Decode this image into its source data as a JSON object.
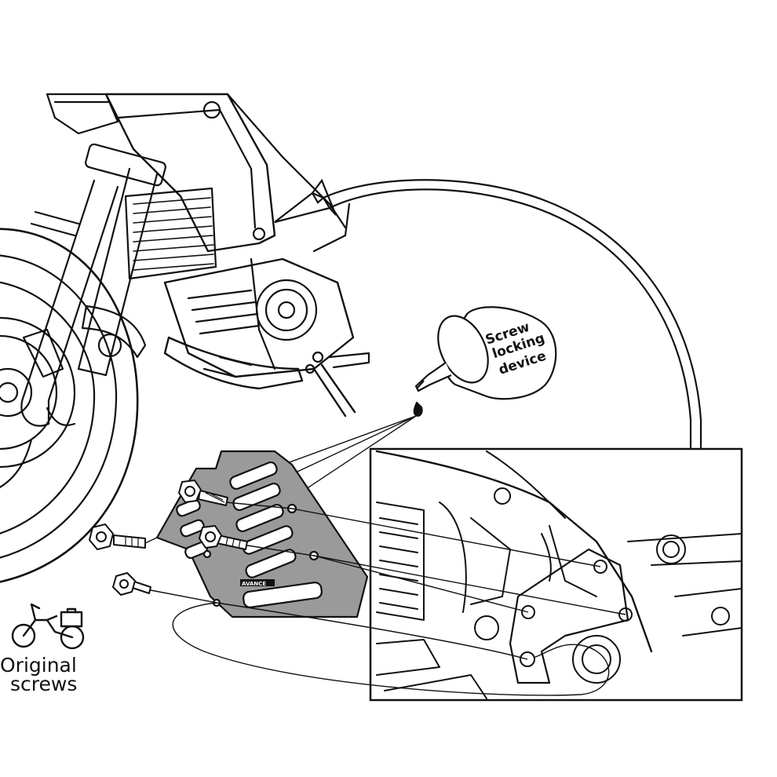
{
  "bottle": {
    "line1": "Screw",
    "line2": "locking",
    "line3": "device"
  },
  "legend": {
    "line1": "Original",
    "line2": "screws",
    "icon": "motorcycle-with-toolbox-icon"
  },
  "plate_logo": "AVANCE",
  "colors": {
    "line": "#111111",
    "plate": "#9a9a9a",
    "background": "#ffffff"
  }
}
